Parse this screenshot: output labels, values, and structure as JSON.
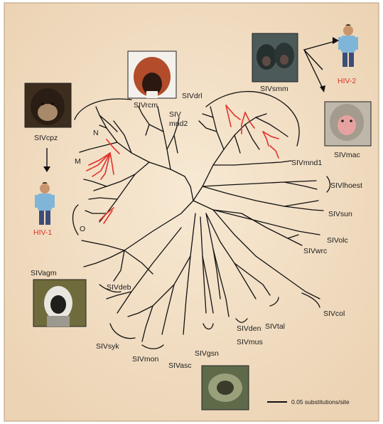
{
  "labels": {
    "sivcpz": "SIVcpz",
    "hiv1": "HIV-1",
    "group_n": "N",
    "group_m": "M",
    "group_o": "O",
    "sivrcm": "SIVrcm",
    "sivmnd2_line1": "SIV",
    "sivmnd2_line2": "mnd2",
    "sivdrl": "SIVdrl",
    "sivsmm": "SIVsmm",
    "hiv2": "HIV-2",
    "sivmac": "SIVmac",
    "sivmnd1": "SIVmnd1",
    "sivlhoest": "SIVlhoest",
    "sivsun": "SIVsun",
    "sivolc": "SIVolc",
    "sivwrc": "SIVwrc",
    "sivcol": "SIVcol",
    "sivtal": "SIVtal",
    "sivden": "SIVden",
    "sivmus": "SIVmus",
    "sivgsn": "SIVgsn",
    "sivasc": "SIVasc",
    "sivmon": "SIVmon",
    "sivsyk": "SIVsyk",
    "sivdeb": "SIVdeb",
    "sivagm": "SIVagm"
  },
  "scale_bar": {
    "label": "0.05 substitutions/site"
  },
  "colors": {
    "background": "#f1ddc3",
    "hiv_label": "#d8342a",
    "red_branch": "#e0322a"
  },
  "icons": [
    "chimpanzee-photo",
    "red-capped-mangabey-photo",
    "sooty-mangabey-photo",
    "macaque-photo",
    "vervet-photo",
    "colobus-photo",
    "human-figure"
  ]
}
